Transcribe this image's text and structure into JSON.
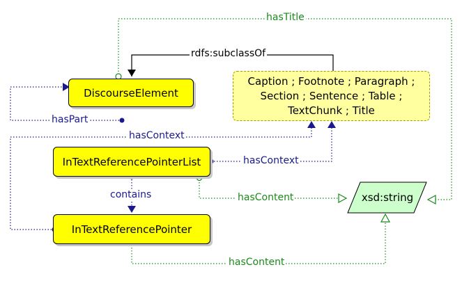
{
  "nodes": {
    "discourse_element": "DiscourseElement",
    "in_text_reference_pointer_list": "InTextReferencePointerList",
    "in_text_reference_pointer": "InTextReferencePointer",
    "subclasses": "Caption ; Footnote ; Paragraph ;\nSection ; Sentence ; Table ;\nTextChunk ; Title",
    "datatype": "xsd:string"
  },
  "edges": {
    "has_title": "hasTitle",
    "subclass_of": "rdfs:subclassOf",
    "has_part": "hasPart",
    "has_context_top": "hasContext",
    "has_context_list": "hasContext",
    "contains": "contains",
    "has_content_list": "hasContent",
    "has_content_pointer": "hasContent"
  },
  "colors": {
    "class_fill": "#ffff00",
    "multi_fill": "#ffffa0",
    "datatype_fill": "#ccffcc",
    "object_property": "#1a1a8c",
    "data_property": "#1a8a1a"
  }
}
